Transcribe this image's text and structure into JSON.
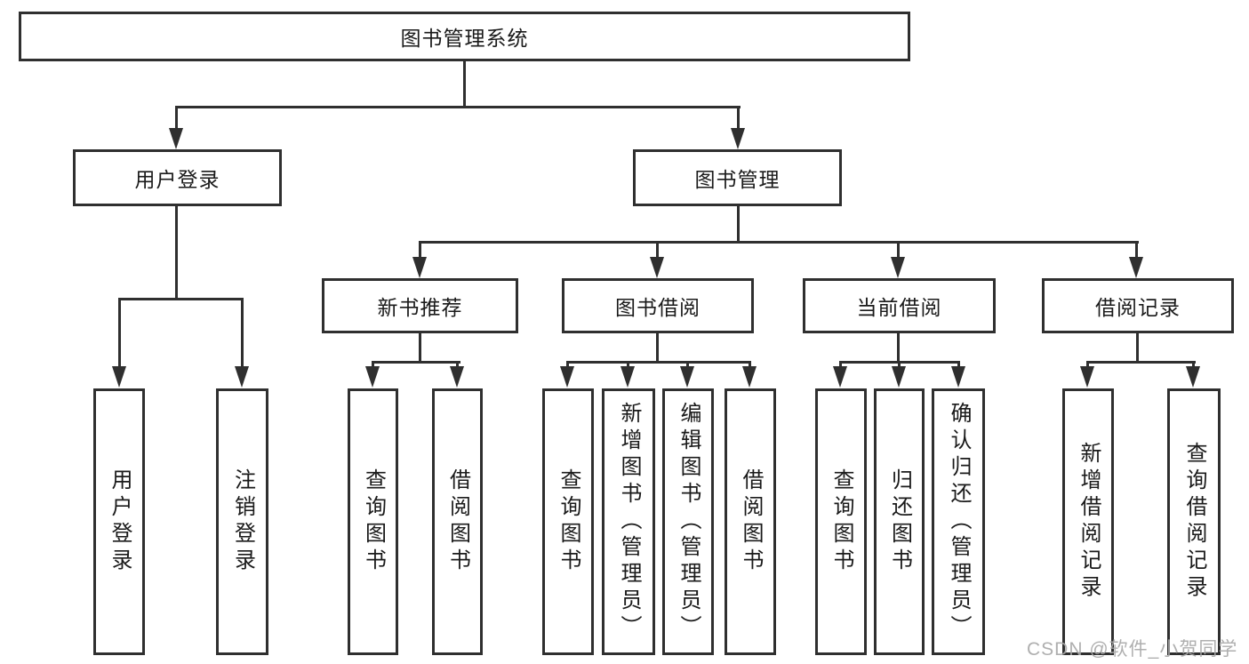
{
  "watermark": "CSDN @软件_小贺同学",
  "colors": {
    "background": "#ffffff",
    "line": "#2f2f2f",
    "text": "#1a1a1a",
    "watermark": "#a8a8a8"
  },
  "tree": {
    "label": "图书管理系统",
    "children": [
      {
        "label": "用户登录",
        "children": [
          {
            "label": "用户登录"
          },
          {
            "label": "注销登录"
          }
        ]
      },
      {
        "label": "图书管理",
        "children": [
          {
            "label": "新书推荐",
            "children": [
              {
                "label": "查询图书"
              },
              {
                "label": "借阅图书"
              }
            ]
          },
          {
            "label": "图书借阅",
            "children": [
              {
                "label": "查询图书"
              },
              {
                "label": "新增图书（管理员）"
              },
              {
                "label": "编辑图书（管理员）"
              },
              {
                "label": "借阅图书"
              }
            ]
          },
          {
            "label": "当前借阅",
            "children": [
              {
                "label": "查询图书"
              },
              {
                "label": "归还图书"
              },
              {
                "label": "确认归还（管理员）"
              }
            ]
          },
          {
            "label": "借阅记录",
            "children": [
              {
                "label": "新增借阅记录"
              },
              {
                "label": "查询借阅记录"
              }
            ]
          }
        ]
      }
    ]
  }
}
